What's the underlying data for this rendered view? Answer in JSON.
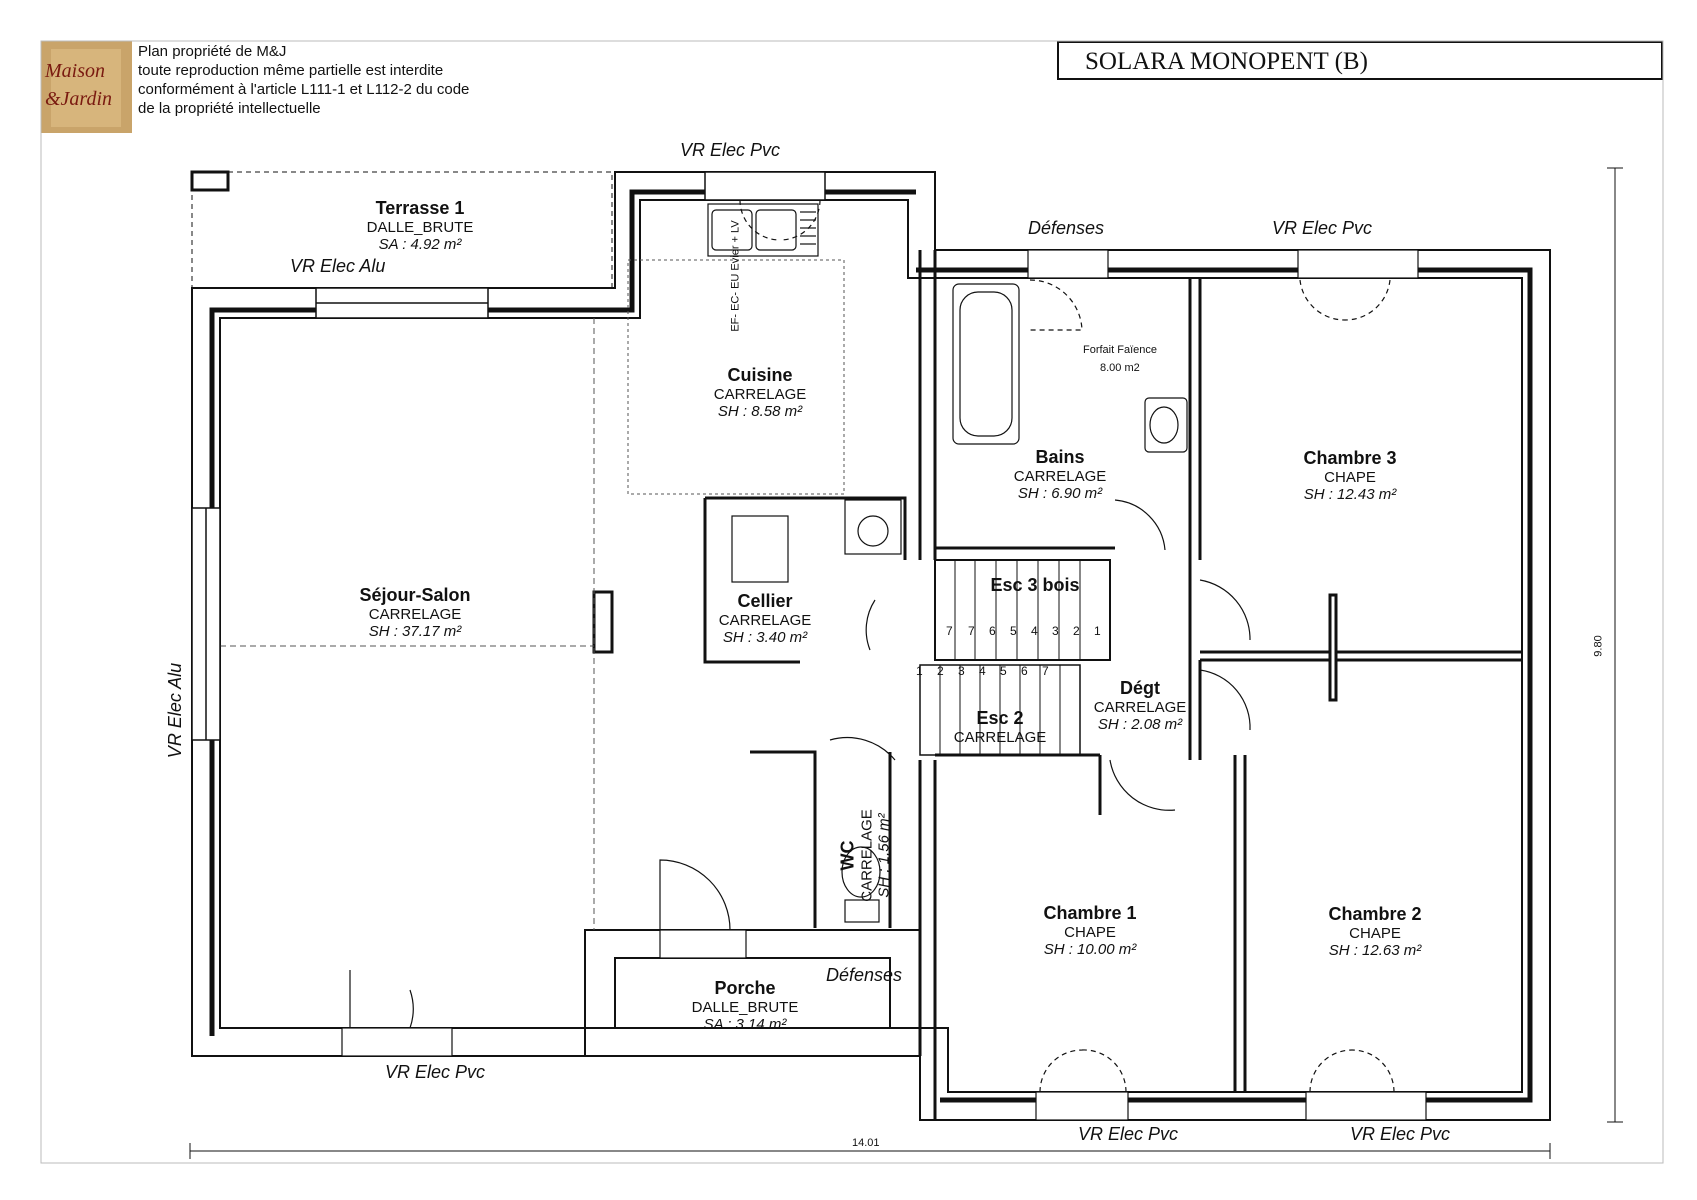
{
  "header": {
    "logo_line1": "Maison",
    "logo_line2": "&Jardin",
    "copyright_lines": [
      "Plan propriété de M&J",
      "toute reproduction même partielle est interdite",
      "conformément à l'article L111-1 et L112-2 du code",
      "de la propriété intellectuelle"
    ],
    "title": "SOLARA MONOPENT (B)"
  },
  "rooms": {
    "terrasse": {
      "name": "Terrasse 1",
      "floor": "DALLE_BRUTE",
      "area": "SA : 4.92 m²"
    },
    "cuisine": {
      "name": "Cuisine",
      "floor": "CARRELAGE",
      "area": "SH : 8.58 m²"
    },
    "sejour": {
      "name": "Séjour-Salon",
      "floor": "CARRELAGE",
      "area": "SH : 37.17 m²"
    },
    "cellier": {
      "name": "Cellier",
      "floor": "CARRELAGE",
      "area": "SH : 3.40 m²"
    },
    "bains": {
      "name": "Bains",
      "floor": "CARRELAGE",
      "area": "SH : 6.90 m²"
    },
    "chambre3": {
      "name": "Chambre 3",
      "floor": "CHAPE",
      "area": "SH : 12.43 m²"
    },
    "esc3": {
      "name": "Esc 3 bois"
    },
    "esc2": {
      "name": "Esc 2",
      "floor": "CARRELAGE"
    },
    "degt": {
      "name": "Dégt",
      "floor": "CARRELAGE",
      "area": "SH : 2.08 m²"
    },
    "wc": {
      "name": "WC",
      "floor": "CARRELAGE",
      "area": "SH : 1.56 m²"
    },
    "porche": {
      "name": "Porche",
      "floor": "DALLE_BRUTE",
      "area": "SA : 3.14 m²"
    },
    "chambre1": {
      "name": "Chambre 1",
      "floor": "CHAPE",
      "area": "SH : 10.00 m²"
    },
    "chambre2": {
      "name": "Chambre 2",
      "floor": "CHAPE",
      "area": "SH : 12.63 m²"
    }
  },
  "annotations": {
    "vr_top_kitchen": "VR Elec Pvc",
    "vr_terrasse": "VR Elec Alu",
    "defenses_top": "Défenses",
    "vr_top_ch3": "VR Elec Pvc",
    "vr_left": "VR Elec Alu",
    "vr_bottom_sejour": "VR Elec Pvc",
    "defenses_bottom": "Défenses",
    "vr_bottom_ch1": "VR Elec Pvc",
    "vr_bottom_ch2": "VR Elec Pvc",
    "kitchen_plumbing": "EF- EC- EU Evier + LV",
    "faience_label": "Forfait Faïence",
    "faience_value": "8.00 m2"
  },
  "dimensions": {
    "width": "14.01",
    "height": "9.80"
  },
  "stairs": {
    "upper_numbers": [
      "7",
      "7",
      "6",
      "5",
      "4",
      "3",
      "2",
      "1"
    ],
    "lower_numbers": [
      "1",
      "2",
      "3",
      "4",
      "5",
      "6",
      "7"
    ]
  }
}
